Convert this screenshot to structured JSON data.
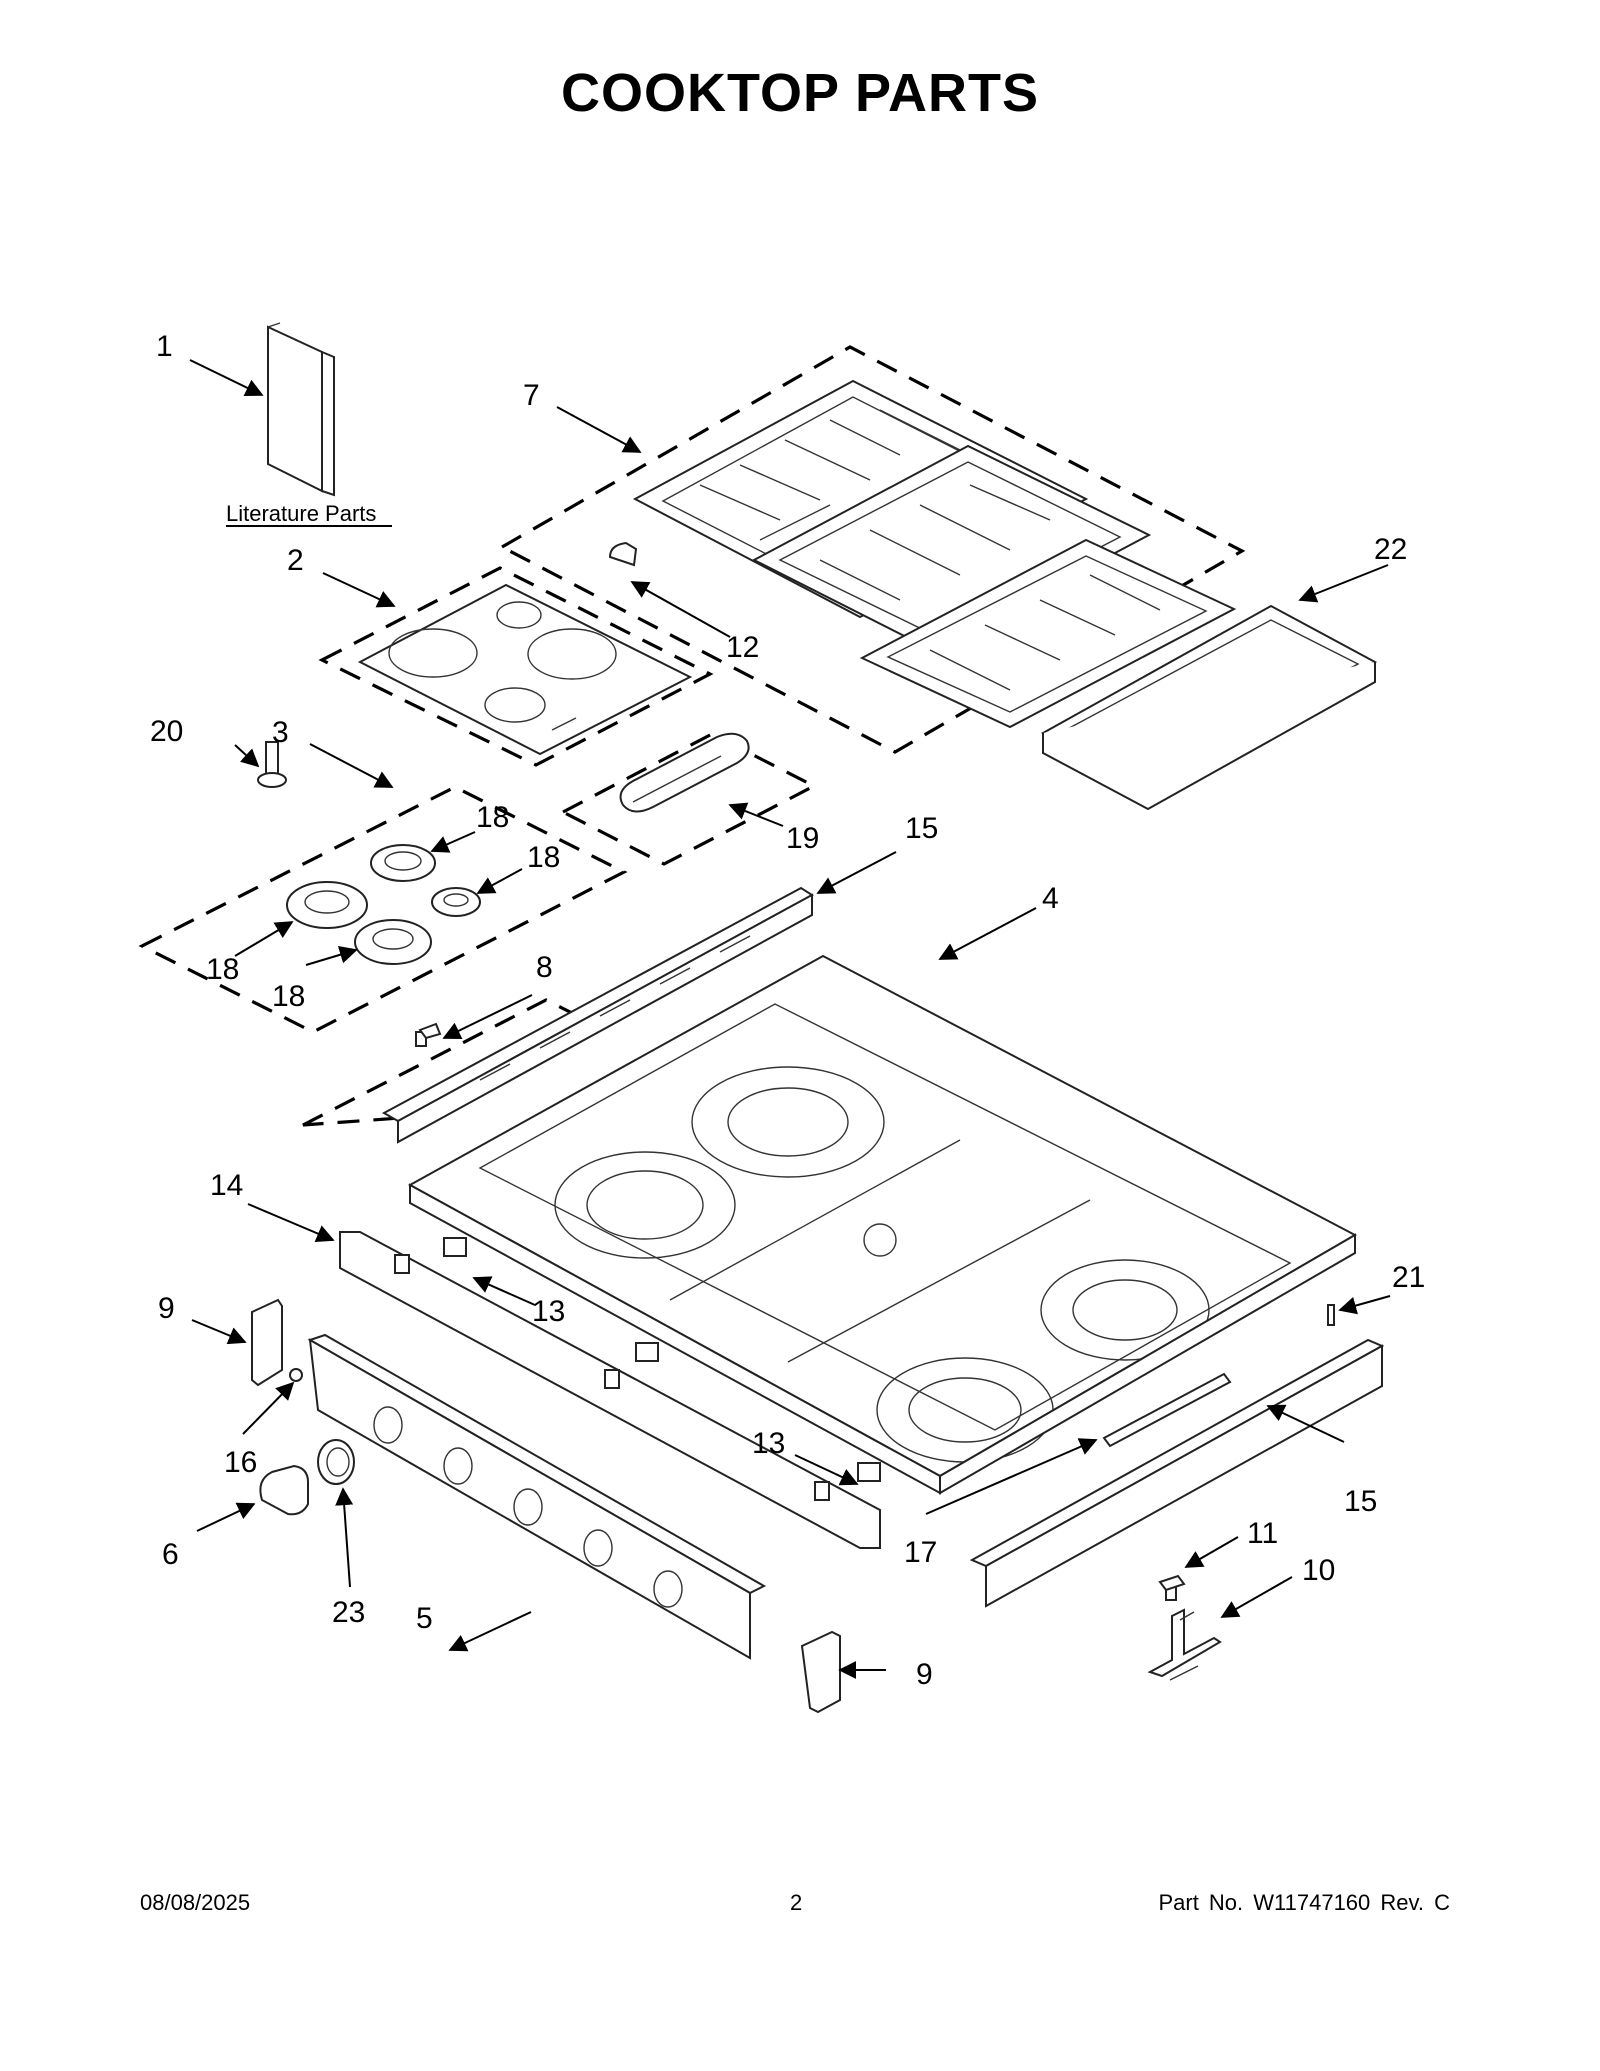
{
  "title": "COOKTOP  PARTS",
  "literature_label": "Literature Parts",
  "callouts": {
    "c1": "1",
    "c2": "2",
    "c3": "3",
    "c4": "4",
    "c5": "5",
    "c6": "6",
    "c7": "7",
    "c8": "8",
    "c9a": "9",
    "c9b": "9",
    "c10": "10",
    "c11": "11",
    "c12": "12",
    "c13a": "13",
    "c13b": "13",
    "c14": "14",
    "c15a": "15",
    "c15b": "15",
    "c16": "16",
    "c17": "17",
    "c18a": "18",
    "c18b": "18",
    "c18c": "18",
    "c18d": "18",
    "c19": "19",
    "c20": "20",
    "c21": "21",
    "c22": "22",
    "c23": "23"
  },
  "footer": {
    "date": "08/08/2025",
    "page": "2",
    "part_no": "Part No.  W11747160  Rev.  C"
  }
}
